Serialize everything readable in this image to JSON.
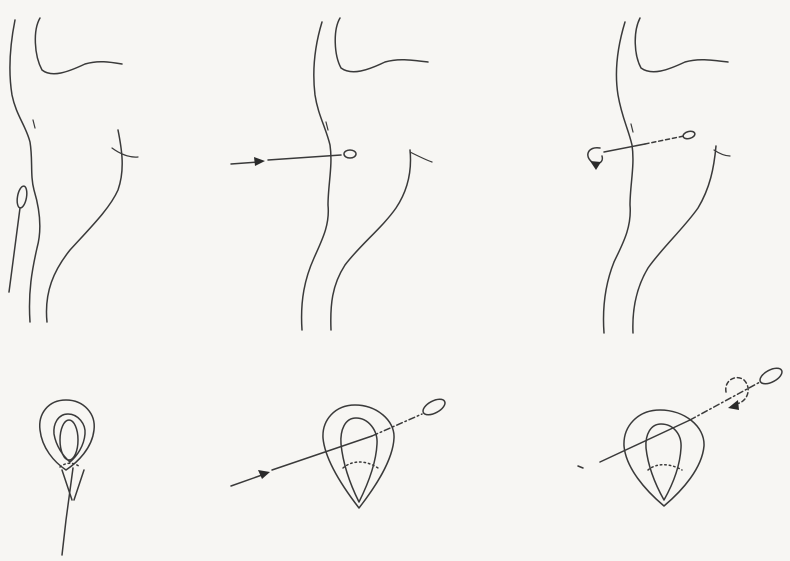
{
  "figure": {
    "panels": [
      {
        "id": "side-1",
        "view": "sagittal",
        "step": 1
      },
      {
        "id": "side-2",
        "view": "sagittal",
        "step": 2
      },
      {
        "id": "side-3",
        "view": "sagittal",
        "step": 3
      },
      {
        "id": "front-1",
        "view": "frontal",
        "step": 1
      },
      {
        "id": "front-2",
        "view": "frontal",
        "step": 2
      },
      {
        "id": "front-3",
        "view": "frontal",
        "step": 3
      }
    ],
    "colors": {
      "line": "#3a3a3a",
      "background": "#f7f6f3"
    }
  }
}
